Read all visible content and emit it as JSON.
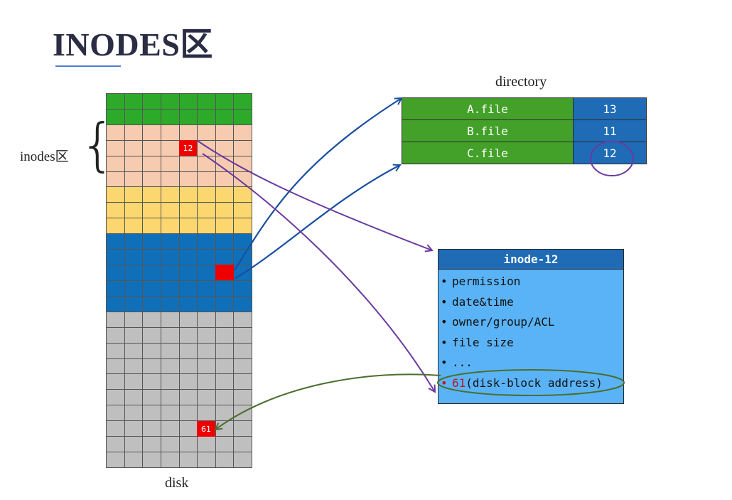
{
  "title": "INODES区",
  "labels": {
    "inodes": "inodes区",
    "brace": "{",
    "disk": "disk",
    "directory": "directory"
  },
  "disk": {
    "columns": 8,
    "bands": [
      {
        "name": "green",
        "rows": 2,
        "color": "#2eaa2a"
      },
      {
        "name": "peach",
        "rows": 4,
        "color": "#f7cbaf"
      },
      {
        "name": "yellow",
        "rows": 3,
        "color": "#fcd770"
      },
      {
        "name": "blue",
        "rows": 5,
        "color": "#0f70b9"
      },
      {
        "name": "gray",
        "rows": 10,
        "color": "#bfbfbf"
      }
    ],
    "marks": {
      "inode": "12",
      "block": "61"
    },
    "mark_color": "#ee0000"
  },
  "directory": {
    "rows": [
      {
        "name": "A.file",
        "inode": "13"
      },
      {
        "name": "B.file",
        "inode": "11"
      },
      {
        "name": "C.file",
        "inode": "12",
        "highlight": true
      }
    ]
  },
  "inode": {
    "title": "inode-12",
    "items": [
      {
        "bullet": "•",
        "text": "permission"
      },
      {
        "bullet": "•",
        "text": "date&time"
      },
      {
        "bullet": "•",
        "text": "owner/group/ACL"
      },
      {
        "bullet": "•",
        "text": "file size"
      },
      {
        "bullet": "•",
        "text": "..."
      },
      {
        "bullet": "•",
        "num": "61",
        "text": "(disk-block address)",
        "highlight": true
      }
    ]
  },
  "colors": {
    "arrow_blue": "#1a4fa0",
    "arrow_purple": "#6a3aa0",
    "arrow_green": "#4c6e2e",
    "highlight_text": "#c0161b"
  }
}
